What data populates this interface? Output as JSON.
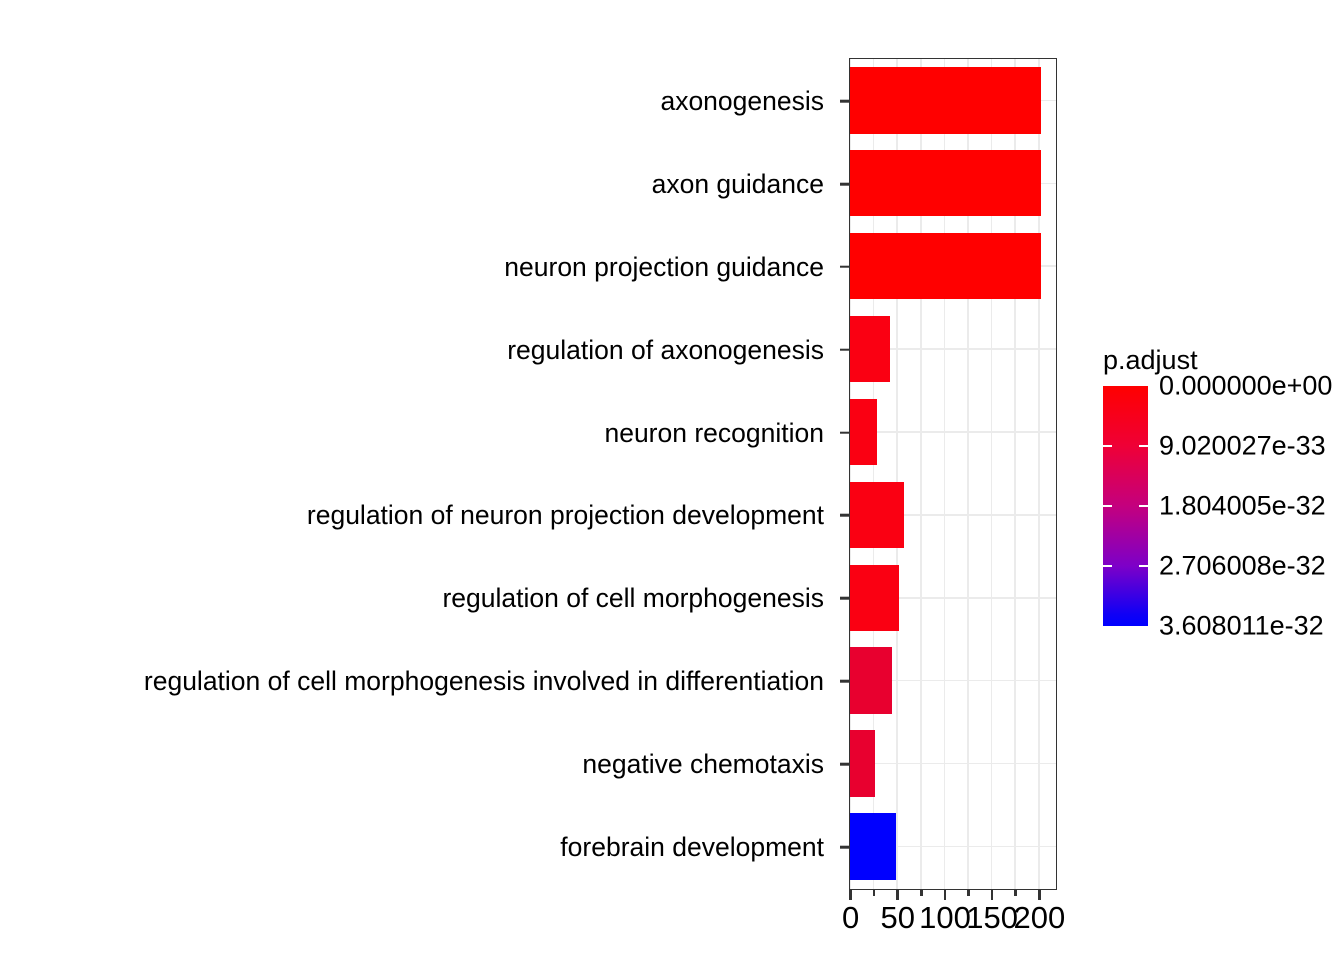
{
  "chart_data": {
    "type": "bar",
    "orientation": "horizontal",
    "title": "",
    "xlabel": "",
    "ylabel": "",
    "categories": [
      "axonogenesis",
      "axon guidance",
      "neuron projection guidance",
      "regulation of axonogenesis",
      "neuron recognition",
      "regulation of neuron projection development",
      "regulation of cell morphogenesis",
      "regulation of cell morphogenesis involved in differentiation",
      "negative chemotaxis",
      "forebrain development"
    ],
    "values": [
      202,
      202,
      202,
      42,
      29,
      57,
      52,
      44,
      27,
      49
    ],
    "point_colors": [
      "#ff0000",
      "#ff0000",
      "#ff0000",
      "#fa0012",
      "#fa0012",
      "#fa0012",
      "#fa0012",
      "#e8002f",
      "#e8002f",
      "#0000ff"
    ],
    "xlim": [
      0,
      217
    ],
    "xticks": [
      0,
      50,
      100,
      150,
      200
    ],
    "xticklabels": [
      "0",
      "50",
      "100",
      "150",
      "200"
    ],
    "x_minor_ticks": [
      25,
      75,
      125,
      175
    ],
    "grid": true,
    "grid_color": "#ebebeb",
    "panel_background": "#ffffff",
    "panel_border_color": "#333333"
  },
  "legend": {
    "title": "p.adjust",
    "position": "right",
    "type": "continuous-colorbar",
    "gradient_top_color": "#ff0000",
    "gradient_bottom_color": "#0000ff",
    "keys": [
      "0.000000e+00",
      "9.020027e-33",
      "1.804005e-32",
      "2.706008e-32",
      "3.608011e-32"
    ]
  }
}
